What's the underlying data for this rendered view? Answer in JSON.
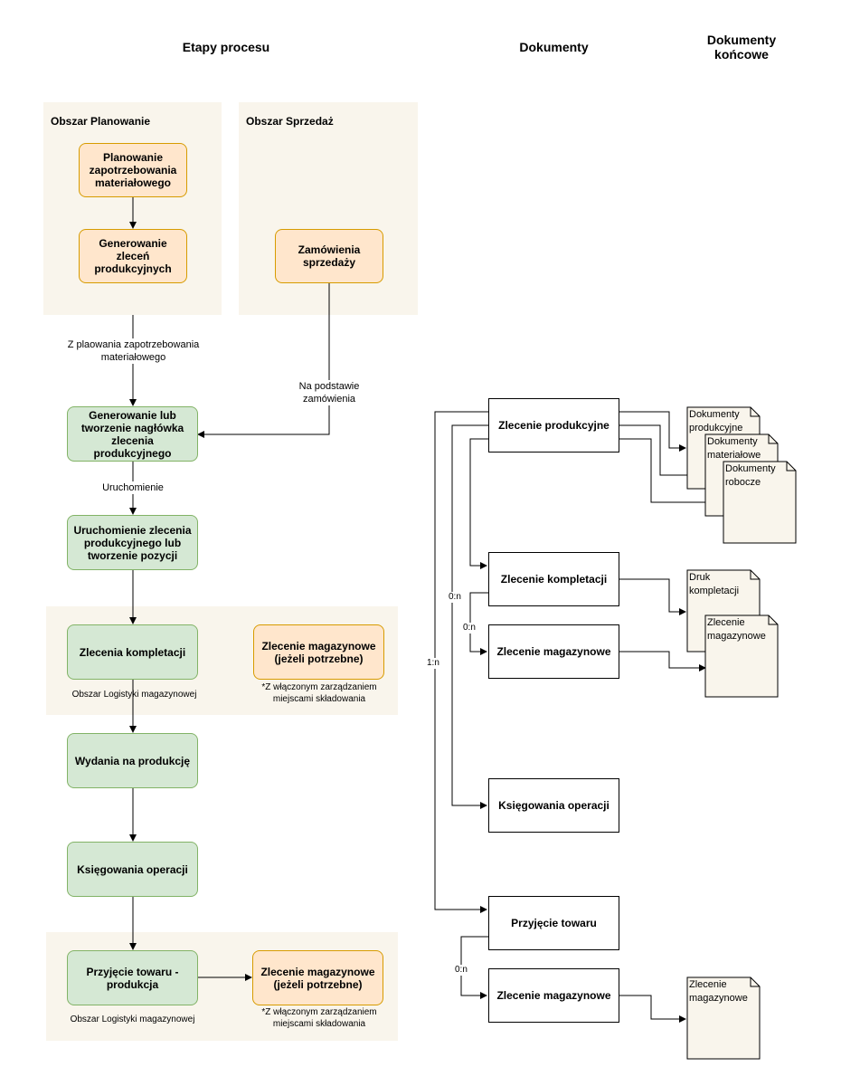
{
  "headers": {
    "process": "Etapy procesu",
    "documents": "Dokumenty",
    "final_documents": "Dokumenty końcowe"
  },
  "areas": {
    "planning": "Obszar Planowanie",
    "sales": "Obszar Sprzedaż",
    "logistics_1": "Obszar Logistyki magazynowej",
    "logistics_2": "Obszar Logistyki magazynowej"
  },
  "process": {
    "mrp": "Planowanie zapotrzebowania materiałowego",
    "generate_orders": "Generowanie zleceń produkcyjnych",
    "sales_orders": "Zamówienia sprzedaży",
    "header": "Generowanie lub tworzenie nagłówka zlecenia produkcyjnego",
    "release": "Uruchomienie zlecenia produkcyjnego lub tworzenie pozycji",
    "picking": "Zlecenia kompletacji",
    "warehouse_1": "Zlecenie magazynowe (jeżeli potrzebne)",
    "issue": "Wydania na produkcję",
    "postings": "Księgowania operacji",
    "receipt": "Przyjęcie towaru - produkcja",
    "warehouse_2": "Zlecenie magazynowe (jeżeli potrzebne)"
  },
  "edge_labels": {
    "from_mrp": "Z plaowania zapotrzebowania materiałowego",
    "from_sales": "Na podstawie zamówienia",
    "release": "Uruchomienie"
  },
  "notes": {
    "wms_1": "*Z włączonym zarządzaniem miejscami składowania",
    "wms_2": "*Z włączonym zarządzaniem miejscami składowania"
  },
  "documents": {
    "production_order": "Zlecenie produkcyjne",
    "picking_order": "Zlecenie kompletacji",
    "warehouse_order_1": "Zlecenie magazynowe",
    "postings": "Księgowania operacji",
    "receipt": "Przyjęcie towaru",
    "warehouse_order_2": "Zlecenie magazynowe"
  },
  "cardinalities": {
    "c_0n_a": "0:n",
    "c_0n_b": "0:n",
    "c_1n": "1:n",
    "c_0n_c": "0:n"
  },
  "final_docs": {
    "production_docs": "Dokumenty produkcyjne",
    "material_docs": "Dokumenty materiałowe",
    "work_docs": "Dokumenty robocze",
    "picking_print": "Druk kompletacji",
    "warehouse_order_1": "Zlecenie magazynowe",
    "warehouse_order_2": "Zlecenie magazynowe"
  }
}
